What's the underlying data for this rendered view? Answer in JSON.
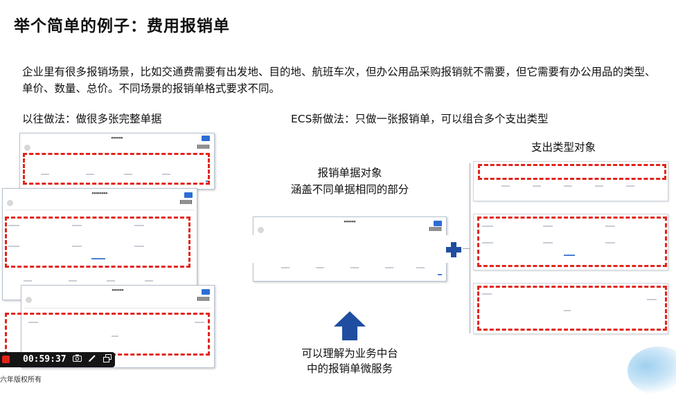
{
  "title": "举个简单的例子：费用报销单",
  "intro": "企业里有很多报销场景，比如交通费需要有出发地、目的地、航班车次，但办公用品采购报销就不需要，但它需要有办公用品的类型、单价、数量、总价。不同场景的报销单格式要求不同。",
  "left_heading": "以往做法：做很多张完整单据",
  "right_heading": "ECS新做法：只做一张报销单，可以组合多个支出类型",
  "expense_type_label": "支出类型对象",
  "center_label_line1": "报销单据对象",
  "center_label_line2": "涵盖不同单据相同的部分",
  "bottom_label_line1": "可以理解为业务中台",
  "bottom_label_line2": "中的报销单微服务",
  "recorder": {
    "time": "00:59:37"
  },
  "copyright": "六年版权所有",
  "colors": {
    "dash": "#e2231a",
    "plus": "#1f4ea0",
    "arrow": "#1f4ea0"
  }
}
